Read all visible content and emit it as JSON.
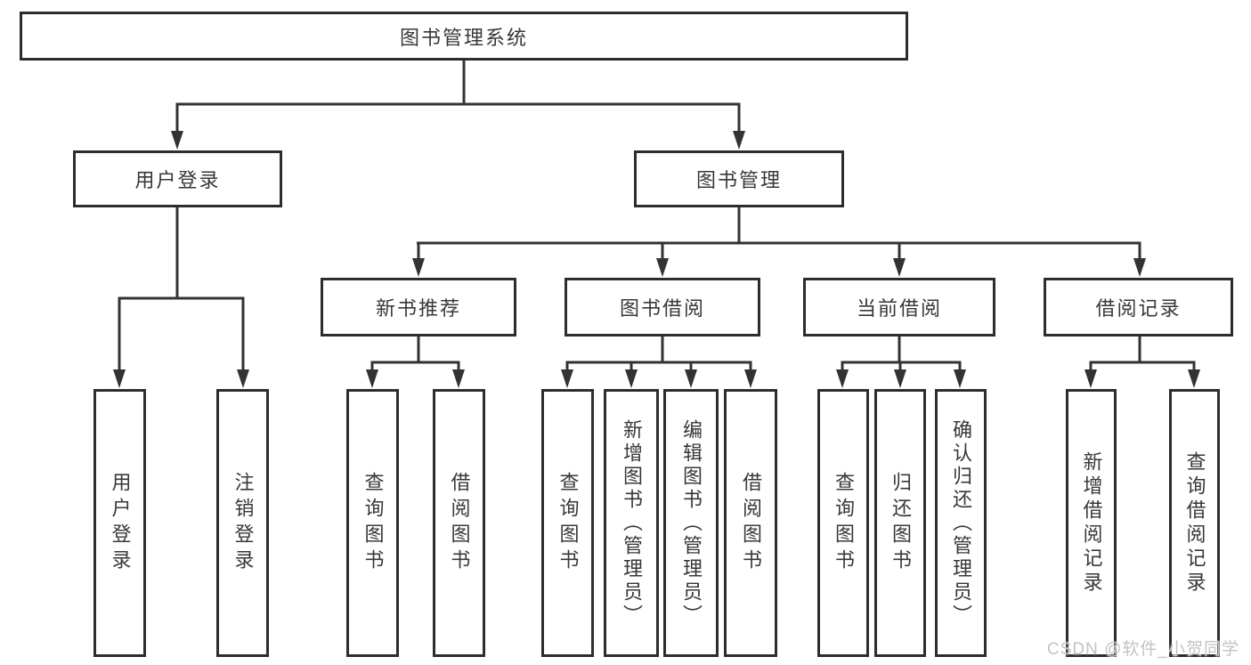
{
  "diagram": {
    "title": "图书管理系统",
    "nodes": {
      "root": "图书管理系统",
      "level2": {
        "user_login": "用户登录",
        "book_management": "图书管理"
      },
      "level3": {
        "new_book_recommend": "新书推荐",
        "book_borrow": "图书借阅",
        "current_borrow": "当前借阅",
        "borrow_records": "借阅记录"
      },
      "leaves": {
        "user_login_leaf": "用户登录",
        "logout": "注销登录",
        "recommend_query_book": "查询图书",
        "recommend_borrow_book": "借阅图书",
        "borrow_query_book": "查询图书",
        "borrow_add_book_admin": "新增图书（管理员）",
        "borrow_edit_book_admin": "编辑图书（管理员）",
        "borrow_borrow_book": "借阅图书",
        "current_query_book": "查询图书",
        "current_return_book": "归还图书",
        "current_confirm_return_admin": "确认归还（管理员）",
        "records_add_record": "新增借阅记录",
        "records_query_record": "查询借阅记录"
      }
    },
    "colors": {
      "line": "#333333",
      "box_border": "#2d2d2d",
      "text": "#383838",
      "background": "#ffffff",
      "watermark": "#c3c3c3"
    }
  },
  "watermark": "CSDN @软件_小贺同学"
}
